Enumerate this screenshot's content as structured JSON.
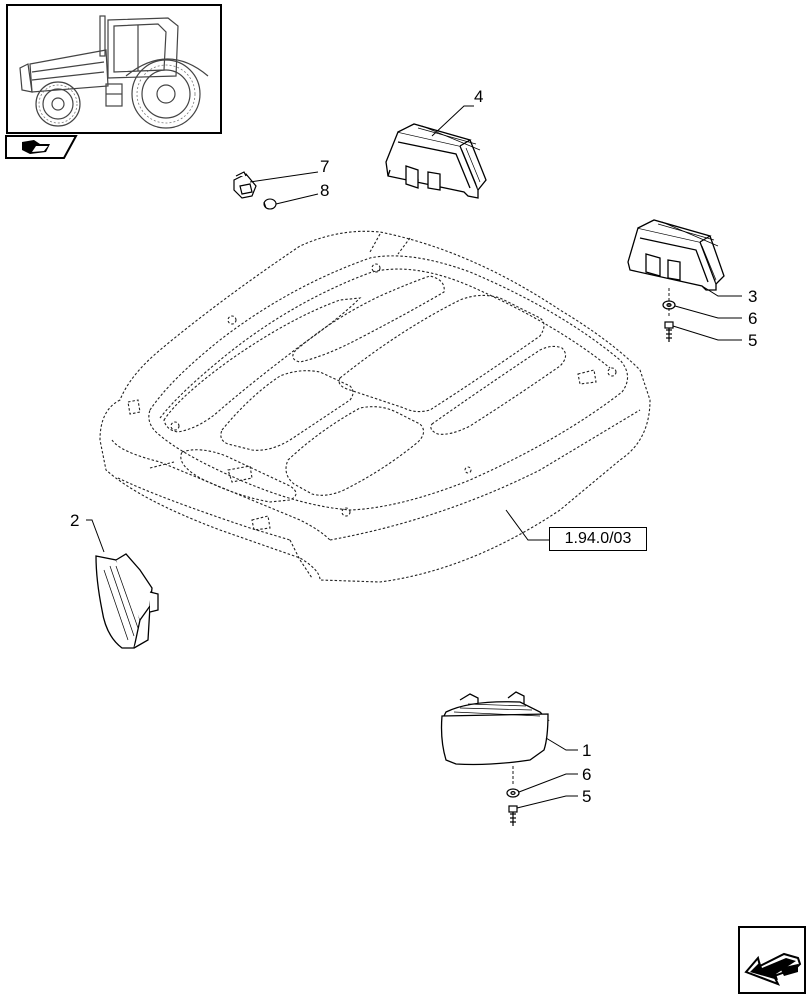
{
  "callouts": {
    "c1": "1",
    "c2": "2",
    "c3": "3",
    "c4": "4",
    "c5a": "5",
    "c5b": "5",
    "c6a": "6",
    "c6b": "6",
    "c7": "7",
    "c8": "8"
  },
  "reference": {
    "cab_roof": "1.94.0/03"
  },
  "icons": {
    "thumbnail": "tractor-icon",
    "catalog_tab": "book-arrow-icon",
    "navigation": "previous-page-arrow-icon"
  }
}
